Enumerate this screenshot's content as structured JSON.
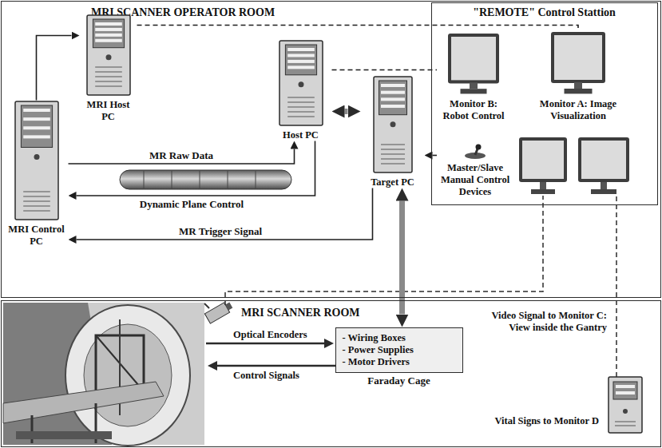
{
  "diagram": {
    "nodes": [
      {
        "text": [
          "MRI SCANNER OPERATOR ROOM"
        ]
      },
      {
        "text": [
          "\"REMOTE\" Control Stattion"
        ],
        "in": 0
      },
      {
        "text": [
          "MRI Control PC"
        ],
        "in": 0
      },
      {
        "text": [
          "MRI Host PC"
        ],
        "in": 0
      },
      {
        "text": [
          "Host PC"
        ],
        "in": 0
      },
      {
        "text": [
          "Target PC"
        ],
        "in": 0
      },
      {
        "text": [
          "Monitor B: Robot Control"
        ],
        "in": 1
      },
      {
        "text": [
          "Monitor A: Image Visualization"
        ],
        "in": 1
      },
      {
        "text": [
          "Master/Slave Manual Control Devices"
        ],
        "in": 1
      },
      {
        "text": [
          "MRI SCANNER ROOM"
        ]
      },
      {
        "text": [
          "- Wiring Boxes",
          "- Power Supplies",
          "- Motor Drivers",
          "Faraday Cage"
        ],
        "in": 9
      }
    ],
    "edges": [
      {
        "from": 2,
        "to": 3,
        "arrow": "to"
      },
      {
        "from": 3,
        "to": 7,
        "arrow": "none"
      },
      {
        "from": 4,
        "to": 6,
        "arrow": "none"
      },
      {
        "from": 4,
        "to": 5,
        "arrow": "both"
      },
      {
        "from": 2,
        "to": 4,
        "label": "MR Raw Data",
        "arrow": "to"
      },
      {
        "from": 4,
        "to": 2,
        "label": "Dynamic Plane Control",
        "arrow": "to"
      },
      {
        "from": 5,
        "to": 2,
        "label": "MR Trigger Signal",
        "arrow": "to"
      },
      {
        "from": 8,
        "to": 5,
        "arrow": "to"
      },
      {
        "from": 5,
        "to": 10,
        "arrow": "both"
      }
    ],
    "labels": [
      "Optical Encoders",
      "Control Signals",
      "Video Signal to Monitor C: View inside the Gantry",
      "Vital Signs to Monitor D"
    ]
  }
}
